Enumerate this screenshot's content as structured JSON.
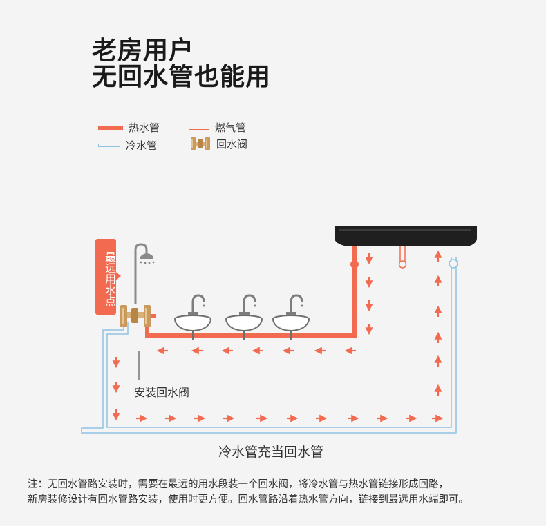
{
  "title": {
    "line1": "老房用户",
    "line2": "无回水管也能用"
  },
  "legend": {
    "hot_pipe": "热水管",
    "gas_pipe": "燃气管",
    "cold_pipe": "冷水管",
    "return_valve": "回水阀"
  },
  "diagram": {
    "farthest_point_badge": "最远用水点",
    "install_label": "安装回水阀",
    "caption": "冷水管充当回水管"
  },
  "note": {
    "line1": "注：无回水管路安装时，需要在最远的用水段装一个回水阀，将冷水管与热水管链接形成回路，",
    "line2": "新房装修设计有回水管路安装，使用时更方便。回水管路沿着热水管方向，链接到最远用水端即可。"
  },
  "colors": {
    "hot": "#f26b50",
    "cold": "#8fc1e3",
    "heater": "#1f1f1f",
    "valve": "#c99a5b",
    "background": "#f4f4f4"
  }
}
